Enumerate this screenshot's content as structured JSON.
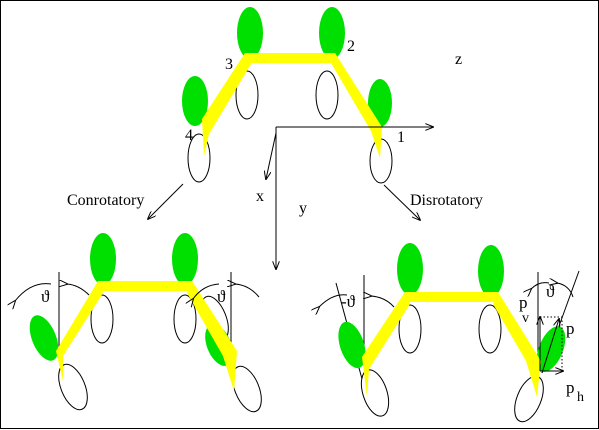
{
  "labels": {
    "atom_1": "1",
    "atom_2": "2",
    "atom_3": "3",
    "atom_4": "4",
    "axis_z": "z",
    "axis_x": "x",
    "axis_y": "y",
    "conrotatory": "Conrotatory",
    "disrotatory": "Disrotatory",
    "theta_left_conrot": "ϑ",
    "theta_right_conrot": "ϑ",
    "theta_left_disrot": "-ϑ",
    "theta_right_disrot": "ϑ",
    "p_v_main": "p",
    "p_v_sub": "v",
    "p_main": "p",
    "p_h_main": "p",
    "p_h_sub": "h"
  },
  "colors": {
    "lobe_green": "#00e000",
    "bond_yellow": "#ffff00",
    "line_black": "#000000",
    "background": "#ffffff"
  }
}
